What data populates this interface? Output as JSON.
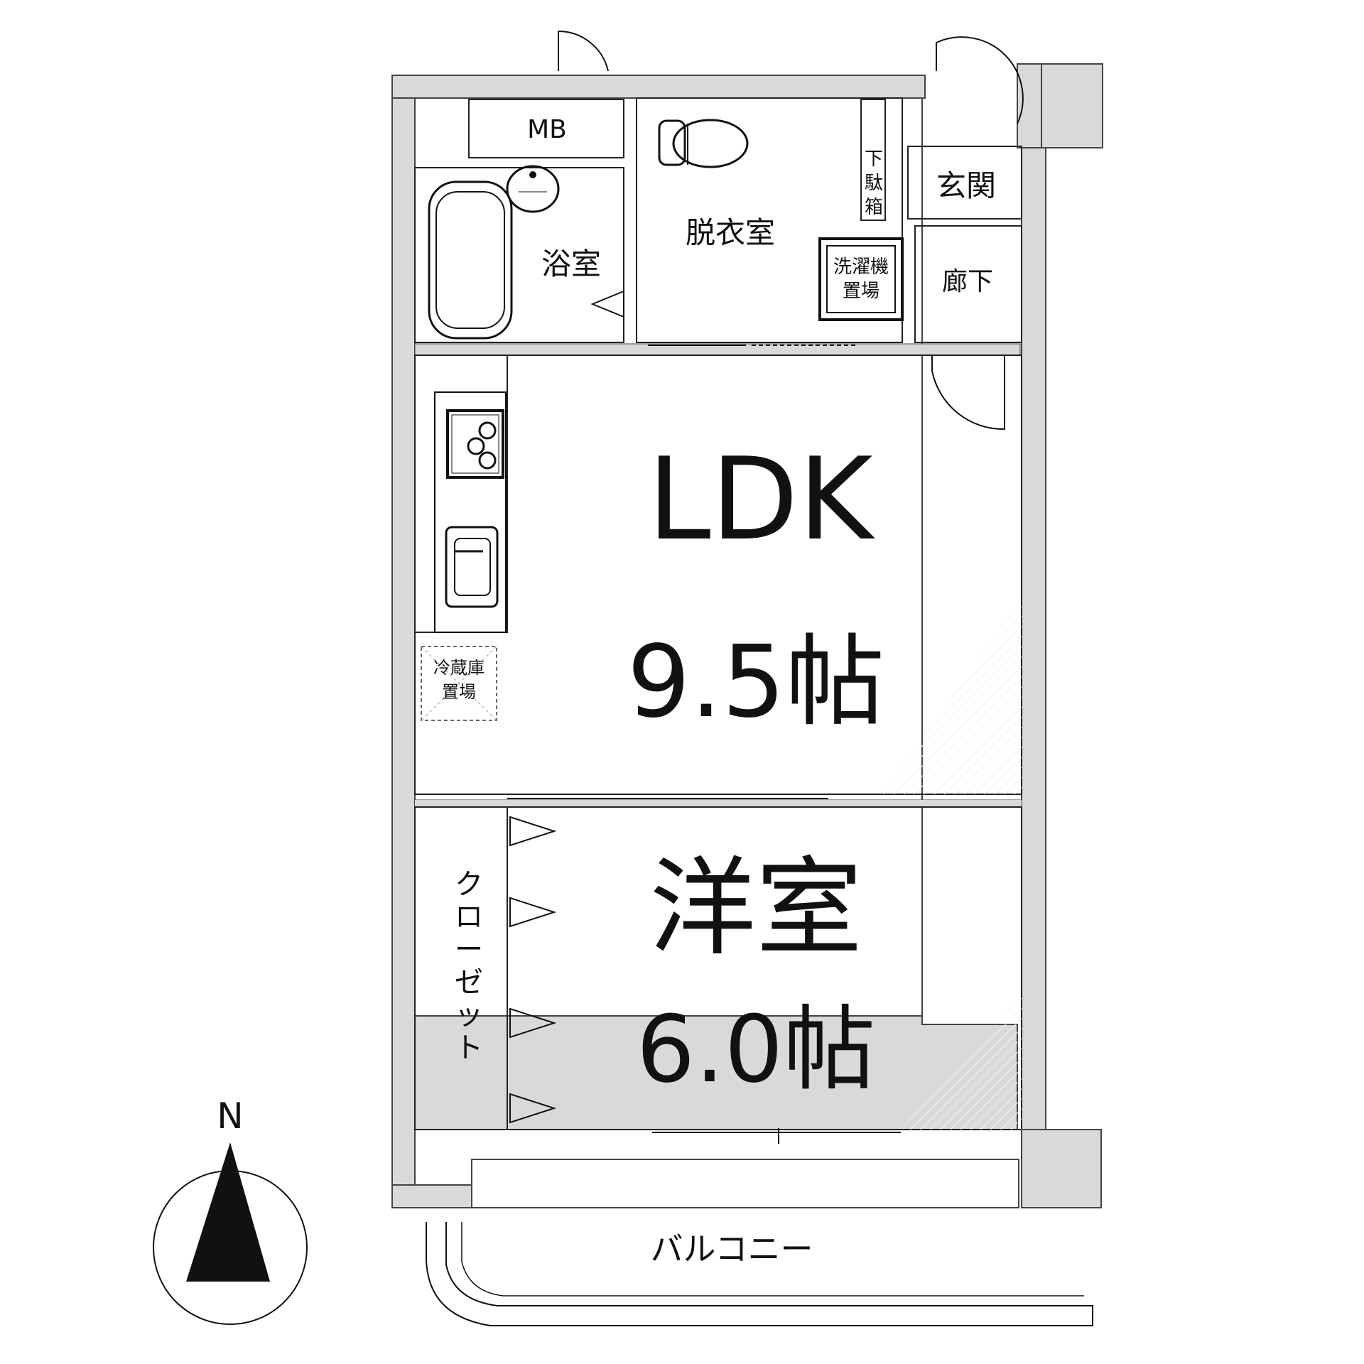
{
  "rooms": {
    "mb": "MB",
    "bathroom": "浴室",
    "dressing_room": "脱衣室",
    "washer_space": [
      "洗濯機",
      "置場"
    ],
    "shoe_box": [
      "下",
      "駄",
      "箱"
    ],
    "entrance": "玄関",
    "hallway": "廊下",
    "ldk": {
      "name": "LDK",
      "size": "9.5帖"
    },
    "fridge_space": [
      "冷蔵庫",
      "置場"
    ],
    "western_room": {
      "name": "洋室",
      "size": "6.0帖"
    },
    "closet": [
      "ク",
      "ロ",
      "ー",
      "ゼ",
      "ッ",
      "ト"
    ],
    "balcony": "バルコニー"
  },
  "compass": {
    "label": "N",
    "icon": "north-arrow-icon"
  },
  "colors": {
    "wall": "#d9d9d9",
    "line": "#111111",
    "background": "#ffffff"
  }
}
